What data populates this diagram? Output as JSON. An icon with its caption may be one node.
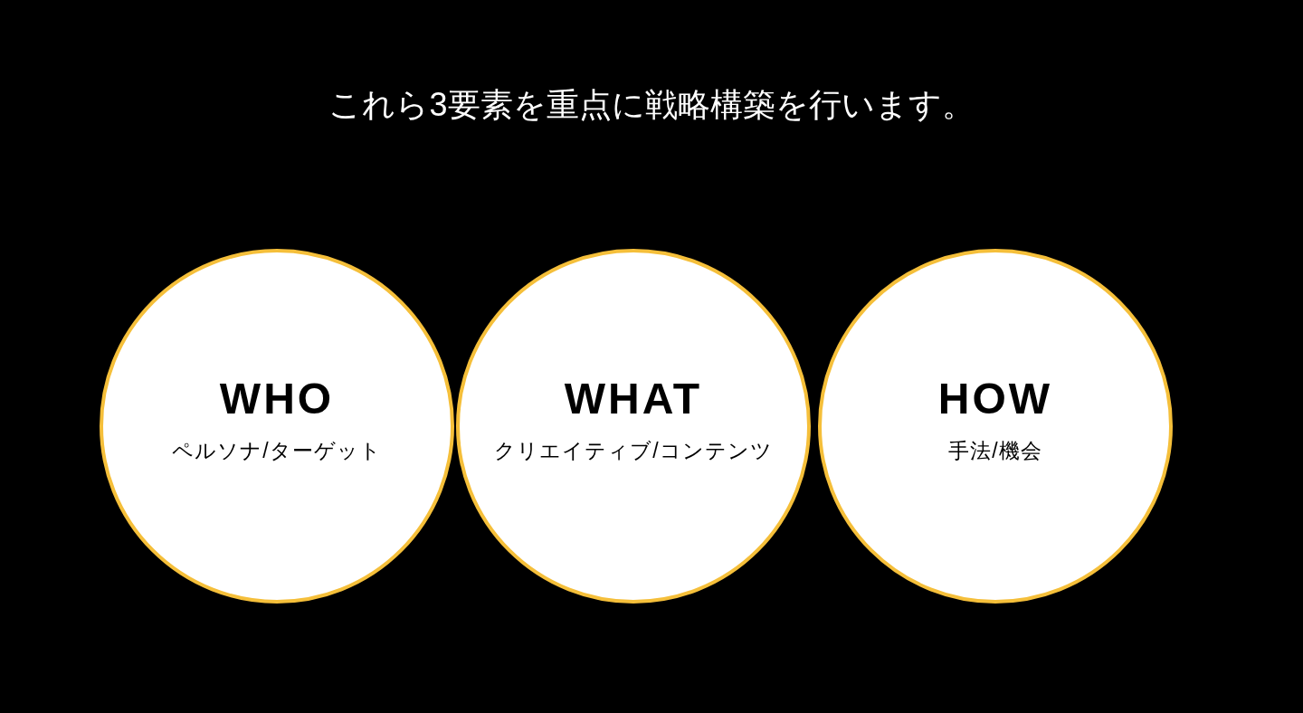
{
  "diagram": {
    "title": "これら3要素を重点に戦略構築を行います。",
    "nodes": [
      {
        "text": [
          "WHO",
          "ペルソナ/ターゲット"
        ]
      },
      {
        "text": [
          "WHAT",
          "クリエイティブ/コンテンツ"
        ]
      },
      {
        "text": [
          "HOW",
          "手法/機会"
        ]
      }
    ]
  }
}
